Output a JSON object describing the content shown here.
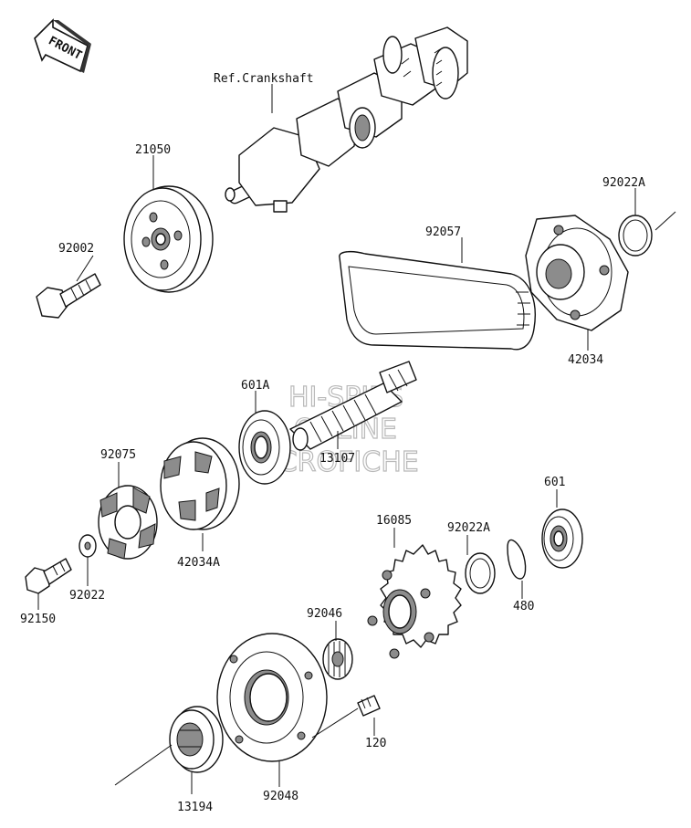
{
  "front_badge": "FRONT",
  "watermark": {
    "line1": "HI-SPIES",
    "line2": "ONLINE",
    "line3": "MICROFICHE"
  },
  "labels": {
    "crankshaft": "Ref.Crankshaft",
    "p21050": "21050",
    "p92002": "92002",
    "p92022A_top": "92022A",
    "p92057": "92057",
    "p42034": "42034",
    "p601A": "601A",
    "p13107": "13107",
    "p92075": "92075",
    "p42034A": "42034A",
    "p92022": "92022",
    "p92150": "92150",
    "p601": "601",
    "p16085": "16085",
    "p92022A_mid": "92022A",
    "p480": "480",
    "p92046": "92046",
    "p120": "120",
    "p13194": "13194",
    "p92048": "92048"
  }
}
